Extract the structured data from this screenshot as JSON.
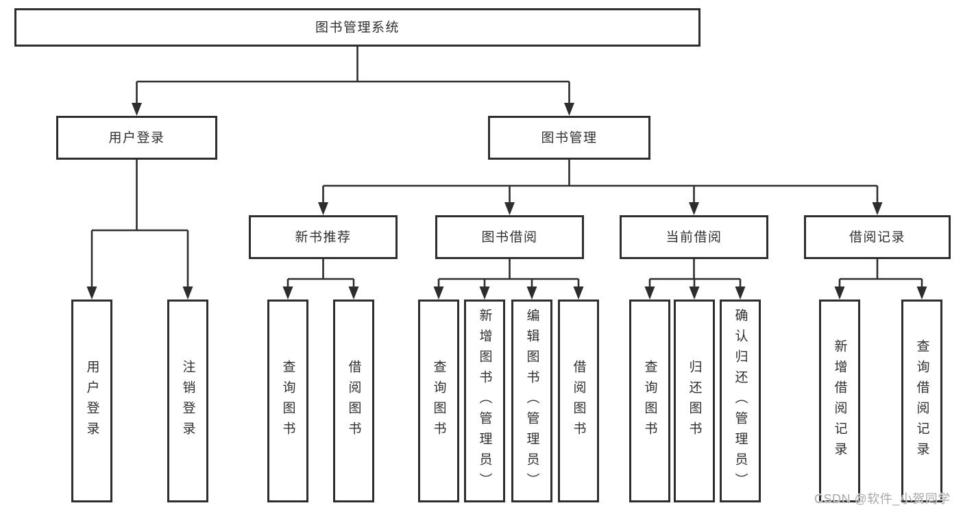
{
  "diagram": {
    "root": {
      "label": "图书管理系统"
    },
    "level2": [
      {
        "label": "用户登录"
      },
      {
        "label": "图书管理"
      }
    ],
    "level3": [
      {
        "label": "新书推荐"
      },
      {
        "label": "图书借阅"
      },
      {
        "label": "当前借阅"
      },
      {
        "label": "借阅记录"
      }
    ],
    "leaves": [
      {
        "label": "用户登录"
      },
      {
        "label": "注销登录"
      },
      {
        "label": "查询图书"
      },
      {
        "label": "借阅图书"
      },
      {
        "label": "查询图书"
      },
      {
        "label": "新增图书（管理员）"
      },
      {
        "label": "编辑图书（管理员）"
      },
      {
        "label": "借阅图书"
      },
      {
        "label": "查询图书"
      },
      {
        "label": "归还图书"
      },
      {
        "label": "确认归还（管理员）"
      },
      {
        "label": "新增借阅记录"
      },
      {
        "label": "查询借阅记录"
      }
    ]
  },
  "watermark": {
    "text": "CSDN @软件_小贺同学"
  },
  "colors": {
    "line": "#2d2d2d",
    "text": "#2f2f2f",
    "background": "#ffffff",
    "watermark": "#a8a8a8"
  }
}
